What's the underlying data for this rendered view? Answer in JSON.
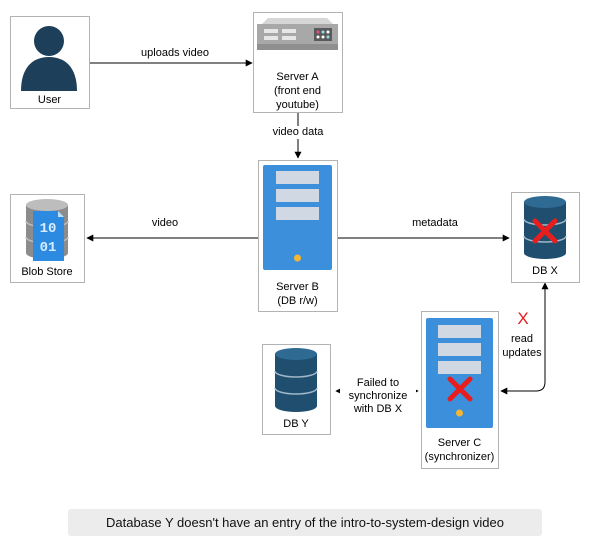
{
  "nodes": {
    "user": {
      "label": "User"
    },
    "server_a": {
      "line1": "Server A",
      "line2": "(front end",
      "line3": "youtube)"
    },
    "server_b": {
      "line1": "Server B",
      "line2": "(DB r/w)"
    },
    "blob_store": {
      "label": "Blob Store",
      "glyph_top": "10",
      "glyph_bottom": "01"
    },
    "db_x": {
      "label": "DB X"
    },
    "server_c": {
      "line1": "Server C",
      "line2": "(synchronizer)"
    },
    "db_y": {
      "label": "DB Y"
    }
  },
  "edges": {
    "uploads_video": "uploads video",
    "video_data": "video data",
    "video": "video",
    "metadata": "metadata",
    "failed_mark": "X",
    "read": "read",
    "updates": "updates",
    "failed_1": "Failed to",
    "failed_2": "synchronize",
    "failed_3": "with DB X"
  },
  "caption": "Database Y doesn't have an entry of the intro-to-system-design video",
  "colors": {
    "server_blue": "#3b8fdb",
    "db_navy": "#1f4e6e",
    "failure_red": "#e81e1e",
    "user_navy": "#1d3f5a"
  }
}
